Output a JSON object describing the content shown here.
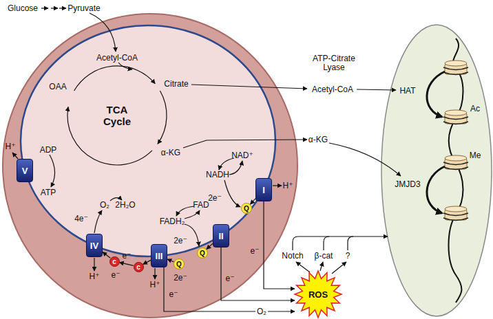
{
  "diagram": {
    "nodes": [
      {
        "text": [
          "I"
        ]
      },
      {
        "text": [
          "II"
        ]
      },
      {
        "text": [
          "III"
        ]
      },
      {
        "text": [
          "IV"
        ]
      },
      {
        "text": [
          "V"
        ]
      },
      {
        "text": [
          "Q"
        ]
      },
      {
        "text": [
          "Q"
        ]
      },
      {
        "text": [
          "Q"
        ]
      },
      {
        "text": [
          "c"
        ]
      },
      {
        "text": [
          "c"
        ]
      },
      {
        "text": [
          "ROS"
        ]
      }
    ],
    "edges": [
      {
        "from": 0,
        "to": 10,
        "arrow": "to",
        "label": "e⁻"
      },
      {
        "from": 1,
        "to": 10,
        "arrow": "to",
        "label": "e⁻"
      },
      {
        "from": 2,
        "to": 10,
        "arrow": "to",
        "label": "e⁻"
      },
      {
        "from": 0,
        "to": 5,
        "arrow": "to"
      },
      {
        "from": 1,
        "to": 6,
        "arrow": "to"
      },
      {
        "from": 7,
        "to": 2,
        "arrow": "to"
      },
      {
        "from": 2,
        "to": 9,
        "arrow": "to"
      },
      {
        "from": 9,
        "to": 8,
        "arrow": "to",
        "label": "e⁻"
      },
      {
        "from": 8,
        "to": 3,
        "arrow": "to",
        "label": "e⁻"
      }
    ],
    "labels": [
      "Glucose",
      "Pyruvate",
      "Acetyl-CoA",
      "OAA",
      "Citrate",
      "TCA Cycle",
      "α-KG",
      "ATP-Citrate Lyase",
      "Acetyl-CoA",
      "HAT",
      "Ac",
      "α-KG",
      "Me",
      "JMJD3",
      "NAD⁺",
      "NADH",
      "FAD",
      "FADH₂",
      "2e⁻",
      "2e⁻",
      "2e⁻",
      "H⁺",
      "ADP",
      "ATP",
      "O₂",
      "2H₂O",
      "4e⁻",
      "H⁺",
      "H⁺",
      "H⁺",
      "O₂",
      "Notch",
      "β-cat",
      "?"
    ]
  }
}
